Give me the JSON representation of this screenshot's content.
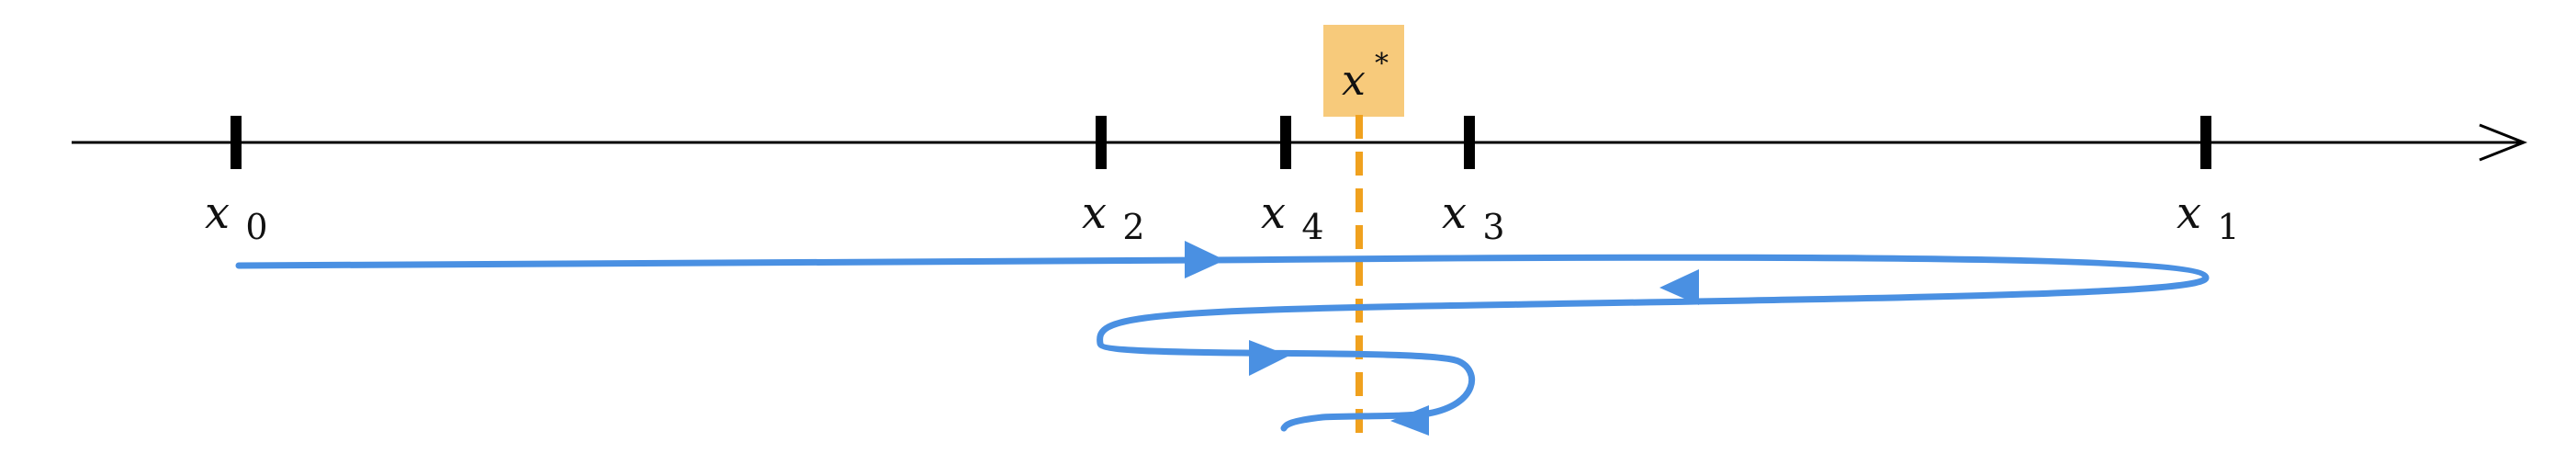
{
  "diagram": {
    "axis": {
      "arrowhead": "right-arrow",
      "color": "#000000"
    },
    "points": [
      {
        "id": "x0",
        "base": "x",
        "sub": "0"
      },
      {
        "id": "x2",
        "base": "x",
        "sub": "2"
      },
      {
        "id": "x4",
        "base": "x",
        "sub": "4"
      },
      {
        "id": "x3",
        "base": "x",
        "sub": "3"
      },
      {
        "id": "x1",
        "base": "x",
        "sub": "1"
      }
    ],
    "target": {
      "base": "x",
      "sup": "*",
      "fill_color": "#f7ca7b",
      "line_color": "#f0a11e"
    },
    "path": {
      "color": "#4a90e2",
      "arrow_icons": [
        "triangle-arrow",
        "triangle-arrow",
        "triangle-arrow",
        "triangle-arrow"
      ]
    }
  }
}
